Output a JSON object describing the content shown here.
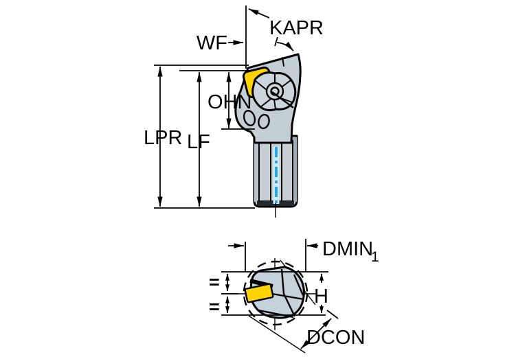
{
  "page": {
    "background": "#ffffff"
  },
  "diagram": {
    "name": "turning-tool-holder-dimension-drawing",
    "colors": {
      "line": "#000000",
      "shank_fill": "#c6ced4",
      "shank_left_band": "#b9c3ca",
      "shank_right_band": "#a2adb5",
      "head_fill": "#c4ced5",
      "clamp_fill": "#ccd5db",
      "end_fill": "#c5d2dc",
      "insert_yellow": "#ffd402",
      "coolant_blue": "#2da7e0",
      "coolant_blue_light": "#cdeaf7",
      "end_cap_dark": "#22282c"
    },
    "side_view": {
      "labels": {
        "wf": "WF",
        "kapr": "KAPR",
        "ohn": "OHN",
        "lpr": "LPR",
        "lf": "LF"
      }
    },
    "end_view": {
      "labels": {
        "dmin": "DMIN",
        "dmin_subscript": "1",
        "h": "H",
        "dcon": "DCON",
        "equal_upper": "=",
        "equal_lower": "="
      }
    }
  }
}
